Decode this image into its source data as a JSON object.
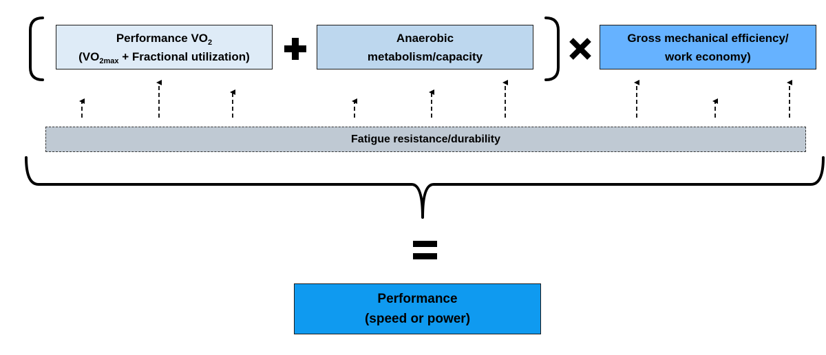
{
  "boxes": {
    "performance_vo2": {
      "line1_text": "Performance VO",
      "line1_sub": "2",
      "line2_open": "(VO",
      "line2_sub": "2max",
      "line2_rest": " + Fractional utilization)",
      "fill": "#deebf7"
    },
    "anaerobic": {
      "line1": "Anaerobic",
      "line2": "metabolism/capacity",
      "fill": "#bdd7ee"
    },
    "efficiency": {
      "line1": "Gross mechanical efficiency/",
      "line2": "work economy)",
      "fill": "#66b2ff"
    },
    "fatigue": {
      "label": "Fatigue resistance/durability",
      "fill": "#bfc9d3"
    },
    "performance": {
      "line1": "Performance",
      "line2": "(speed or power)",
      "fill": "#0f9af0"
    }
  },
  "operators": {
    "plus": "plus-sign",
    "times": "multiply-sign",
    "equals": "equals-sign"
  }
}
